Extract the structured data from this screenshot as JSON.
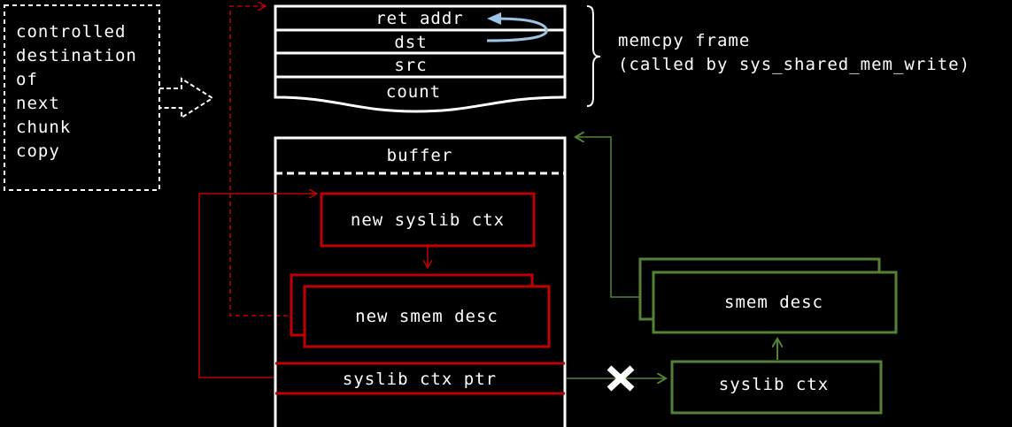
{
  "callout": {
    "lines": [
      "controlled",
      "destination",
      "of",
      "next",
      "chunk",
      "copy"
    ]
  },
  "frame": {
    "rows": [
      "ret addr",
      "dst",
      "src",
      "count"
    ],
    "brace_label_line1": "memcpy frame",
    "brace_label_line2": "(called by sys_shared_mem_write)"
  },
  "buffer": {
    "title": "buffer",
    "new_syslib_ctx": "new syslib ctx",
    "new_smem_desc": "new smem desc",
    "syslib_ctx_ptr": "syslib ctx ptr"
  },
  "right": {
    "smem_desc": "smem desc",
    "syslib_ctx": "syslib ctx"
  },
  "colors": {
    "background": "#000000",
    "white": "#ffffff",
    "red": "#c00000",
    "green": "#548235",
    "blue_arrow": "#9dc3e6"
  }
}
